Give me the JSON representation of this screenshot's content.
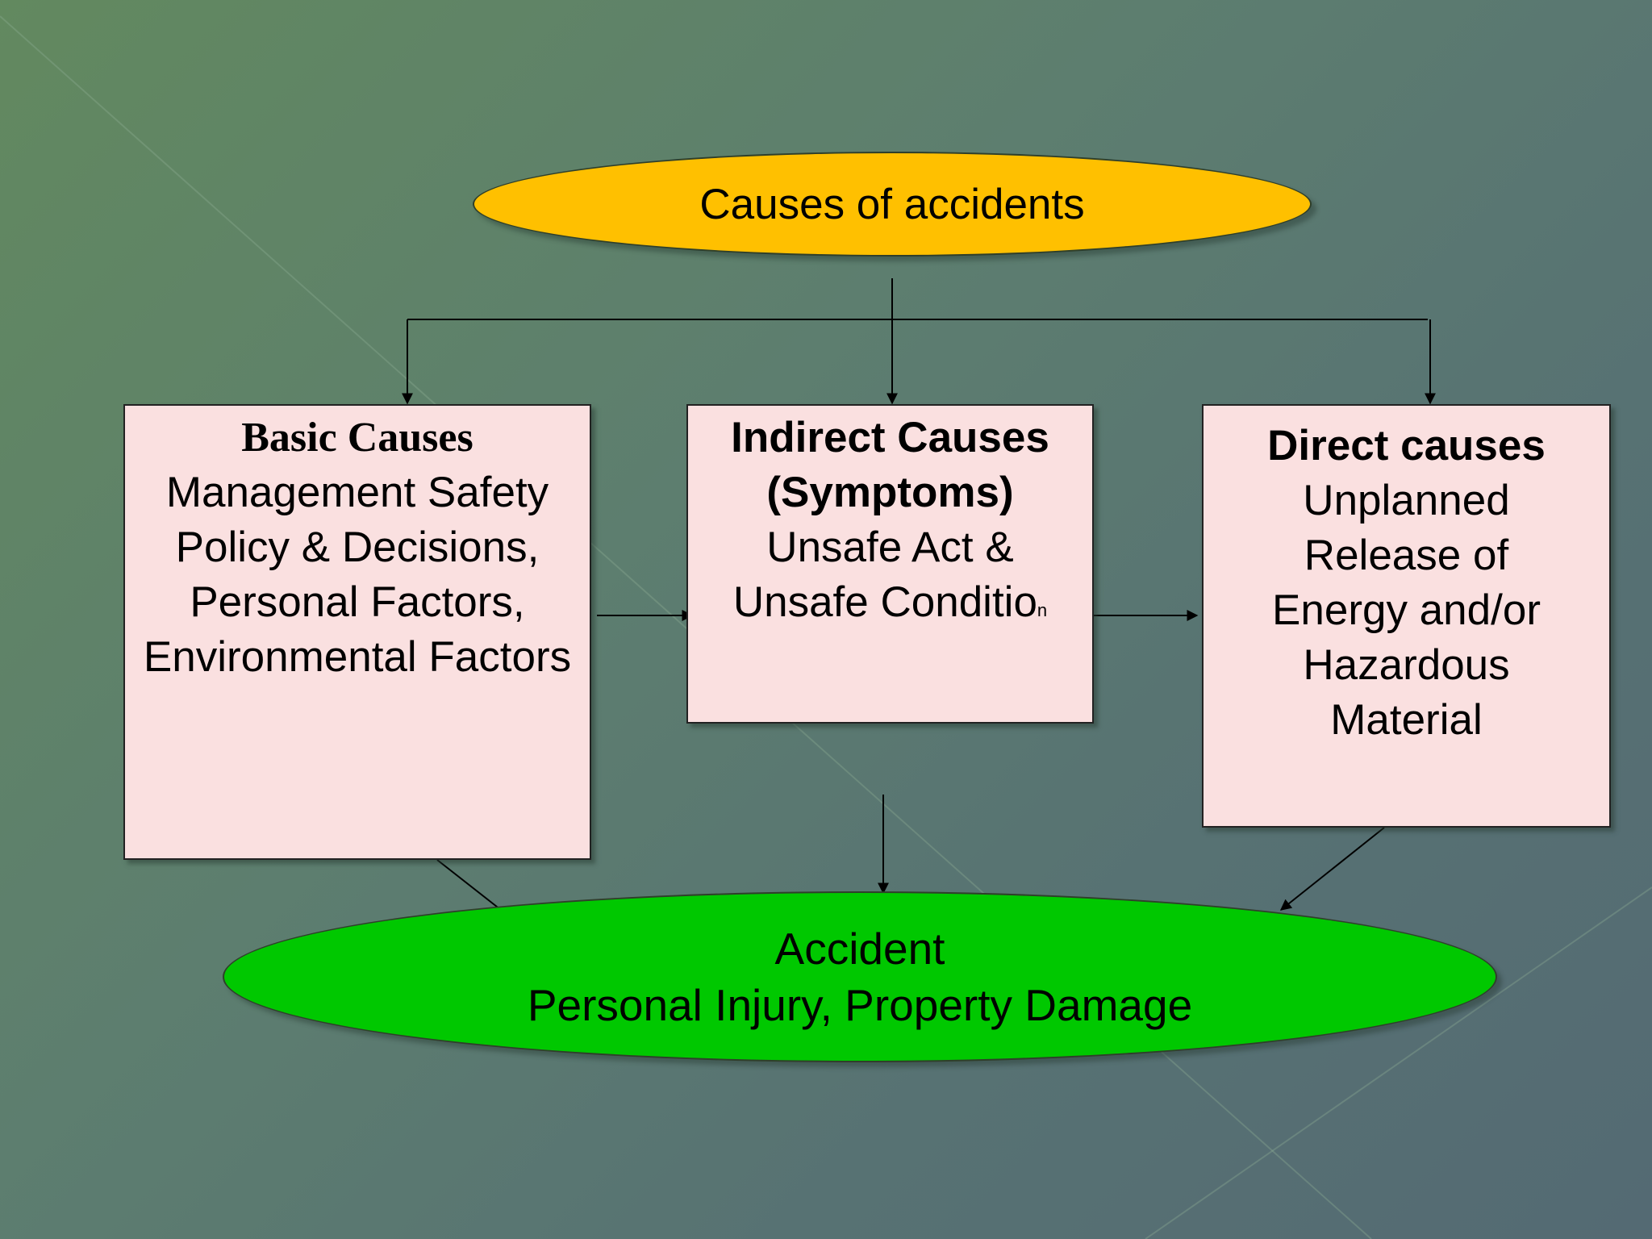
{
  "diagram": {
    "title": "Causes of accidents",
    "nodes": {
      "basic": {
        "title": "Basic Causes",
        "lines": [
          "Management Safety",
          "Policy & Decisions,",
          "Personal Factors,",
          "Environmental Factors"
        ]
      },
      "indirect": {
        "title_lines": [
          "Indirect Causes",
          "(Symptoms)"
        ],
        "lines": [
          "Unsafe Act &",
          "Unsafe Conditio"
        ],
        "trailing_small": "n"
      },
      "direct": {
        "title": "Direct causes",
        "lines": [
          "Unplanned",
          "Release of",
          "Energy and/or",
          "Hazardous",
          "Material"
        ]
      },
      "accident": {
        "lines": [
          "Accident",
          "Personal Injury, Property Damage"
        ]
      }
    },
    "edges": [
      {
        "from": "title",
        "to": "basic"
      },
      {
        "from": "title",
        "to": "indirect"
      },
      {
        "from": "title",
        "to": "direct"
      },
      {
        "from": "basic",
        "to": "indirect"
      },
      {
        "from": "indirect",
        "to": "direct"
      },
      {
        "from": "basic",
        "to": "accident"
      },
      {
        "from": "indirect",
        "to": "accident"
      },
      {
        "from": "direct",
        "to": "accident"
      }
    ],
    "colors": {
      "title_fill": "#ffc000",
      "box_fill": "#fae0e0",
      "accident_fill": "#00c800",
      "line": "#000000"
    }
  }
}
